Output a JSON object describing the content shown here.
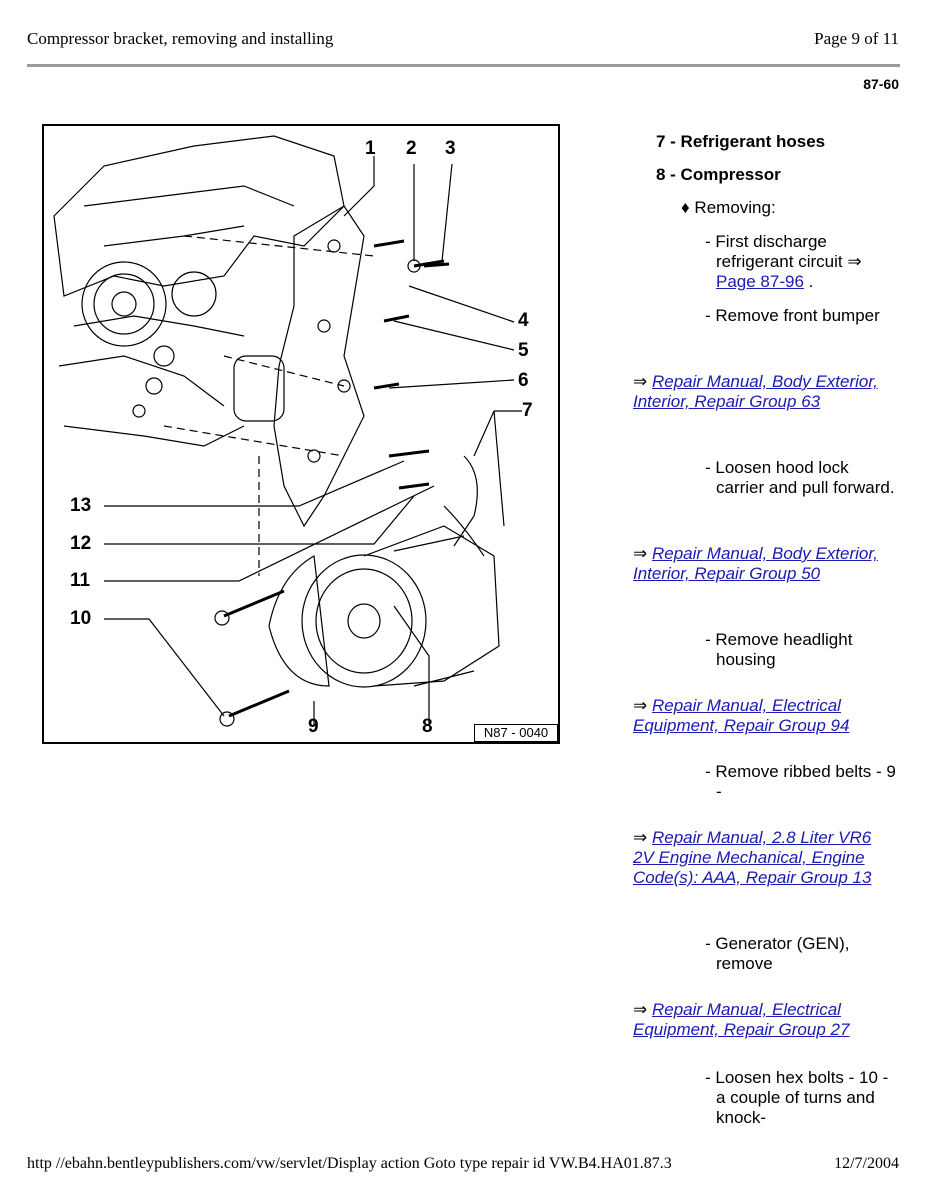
{
  "header": {
    "title": "Compressor bracket, removing and installing",
    "page": "Page 9 of 11",
    "code": "87-60"
  },
  "figure": {
    "id": "N87 - 0040",
    "callouts": [
      "1",
      "2",
      "3",
      "4",
      "5",
      "6",
      "7",
      "13",
      "12",
      "11",
      "10",
      "9",
      "8"
    ]
  },
  "sidebar": {
    "h7": "7 - Refrigerant hoses",
    "h8": "8 - Compressor",
    "bullet": "Removing:",
    "s1_text": "- First discharge refrigerant circuit ⇒",
    "s1_link": "Page 87-96",
    "s1_tail": ".",
    "s2": "- Remove front bumper",
    "l1": "Repair Manual, Body Exterior, Interior, Repair Group 63",
    "s3": "- Loosen hood lock carrier and pull forward.",
    "l2": "Repair Manual, Body Exterior, Interior, Repair Group 50",
    "s4": "- Remove headlight housing",
    "l3": "Repair Manual, Electrical Equipment, Repair Group 94",
    "s5": "- Remove ribbed belts - 9 -",
    "l4": "Repair Manual, 2.8 Liter VR6 2V Engine Mechanical, Engine Code(s): AAA, Repair Group 13",
    "s6": "- Generator (GEN), remove",
    "l5": "Repair Manual, Electrical Equipment, Repair Group 27",
    "s7": "- Loosen hex bolts - 10 - a couple of turns and knock-",
    "arrow": "⇒"
  },
  "footer": {
    "url": "http //ebahn.bentleypublishers.com/vw/servlet/Display action Goto type repair id VW.B4.HA01.87.3",
    "date": "12/7/2004"
  }
}
